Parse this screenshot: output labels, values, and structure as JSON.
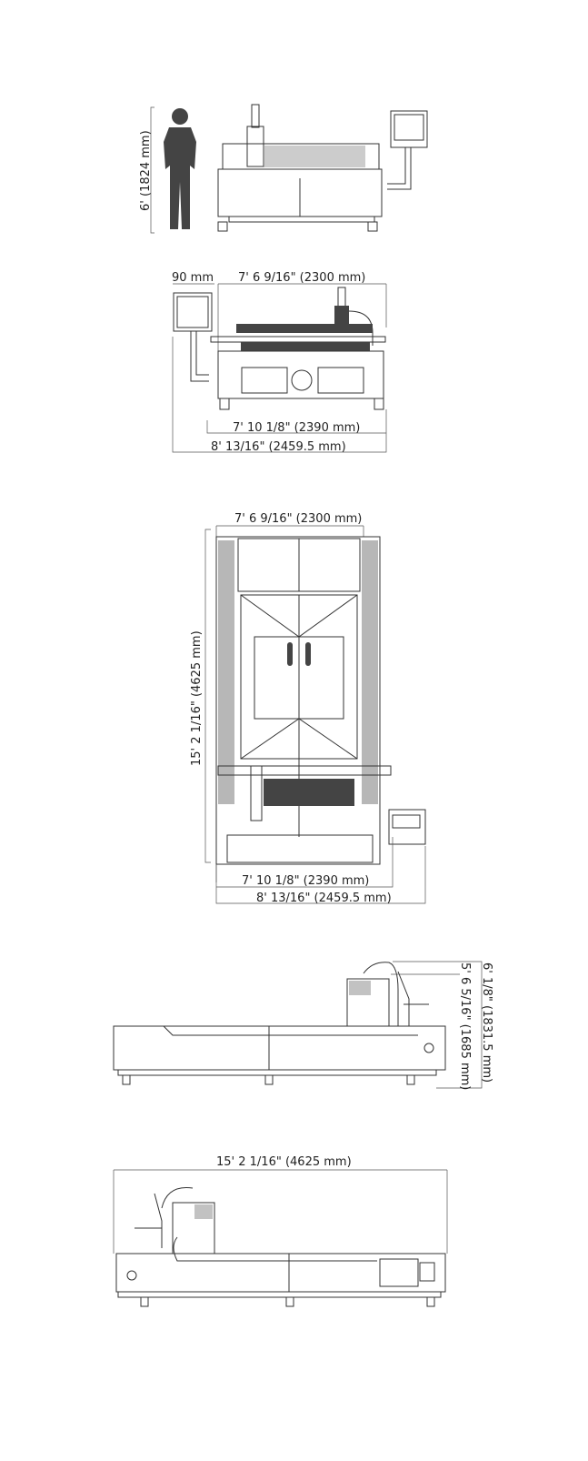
{
  "views": {
    "front_with_person": {
      "height_label": "6' (1824 mm)"
    },
    "front": {
      "panel_offset_label": "90 mm",
      "width_label": "7' 6 9/16\" (2300 mm)",
      "base_width_label": "7' 10 1/8\" (2390 mm)",
      "overall_width_label": "8' 13/16\" (2459.5 mm)"
    },
    "top": {
      "width_label": "7' 6 9/16\" (2300 mm)",
      "length_label": "15' 2 1/16\" (4625 mm)",
      "base_width_label": "7' 10 1/8\" (2390 mm)",
      "overall_width_label": "8' 13/16\" (2459.5 mm)"
    },
    "side_right": {
      "overall_height_label": "6' 1/8\" (1831.5 mm)",
      "machine_height_label": "5' 6 5/16\" (1685 mm)"
    },
    "side_left": {
      "length_label": "15' 2 1/16\" (4625 mm)"
    }
  }
}
